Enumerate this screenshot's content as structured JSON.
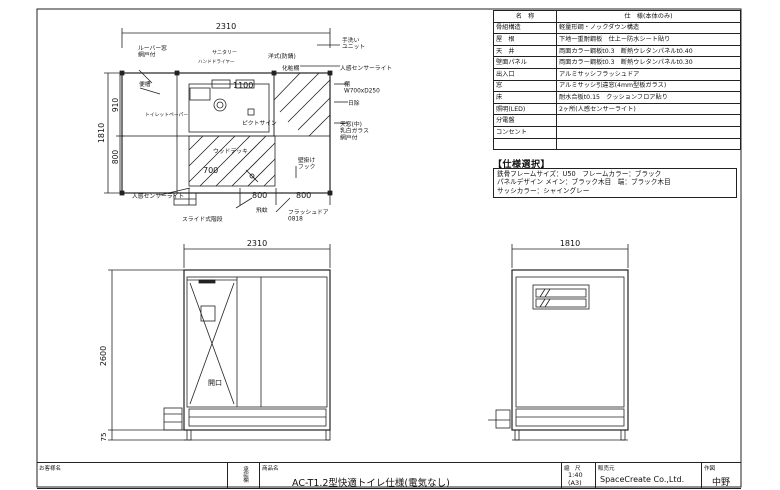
{
  "plan": {
    "dim_top": "2310",
    "dim_left": "1810",
    "dim_910": "910",
    "dim_800": "800",
    "dim_1100": "1100",
    "dim_700": "700",
    "dim_800a": "800",
    "dim_800b": "800",
    "label_louver": "ルーバー窓\n網戸付",
    "label_benki": "便槽",
    "label_sanitary": "サニタリー",
    "label_toilet_paper": "トイレットペーパー",
    "label_hand_dryer": "ハンドドライヤー",
    "label_western_toilet": "洋式(防錆)",
    "label_makeup_shelf": "化粧棚",
    "label_hand_wash": "手洗い\nユニット",
    "label_human_sensor_light": "人感センサーライト",
    "label_shelf": "棚\nW700xD250",
    "label_eaves": "日除",
    "label_ceiling": "天窓(中)\n乳白ガラス\n網戸付",
    "label_pictogram": "ピクトサイン",
    "label_wood_deck": "ウッドデッキ",
    "label_wall_hook": "壁掛け\nフック",
    "label_human_sensor_light2": "人感センサーライト",
    "label_slide_steps": "スライド式階段",
    "label_entrance": "飛蚊",
    "label_flush_door": "フラッシュドア\n0818"
  },
  "elevation_front": {
    "dim_width": "2310",
    "dim_height": "2600",
    "dim_base": "75",
    "label_open": "開口"
  },
  "elevation_side": {
    "dim_width": "1810"
  },
  "spec": {
    "header_name": "名　称",
    "header_spec": "仕　様(本体のみ)",
    "rows": [
      {
        "k": "骨組構造",
        "v": "軽量形鋼・ノックダウン構造"
      },
      {
        "k": "屋　根",
        "v": "下地一重耐鋼板　仕上ー防水シート貼り"
      },
      {
        "k": "天　井",
        "v": "両面カラー鋼板t0.3　断熱ウレタンパネルt0.40"
      },
      {
        "k": "壁面パネル",
        "v": "両面カラー鋼板t0.3　断熱ウレタンパネルt0.30"
      },
      {
        "k": "出入口",
        "v": "アルミサッシフラッシュドア"
      },
      {
        "k": "窓",
        "v": "アルミサッシ引違窓(4mm型板ガラス)"
      },
      {
        "k": "床",
        "v": "耐水合板t0.15　クッションフロア貼り"
      },
      {
        "k": "照明(LED)",
        "v": "2ヶ所(人感センサーライト)"
      },
      {
        "k": "分電盤",
        "v": ""
      },
      {
        "k": "コンセント",
        "v": ""
      },
      {
        "k": "",
        "v": ""
      }
    ]
  },
  "selection": {
    "title": "【仕様選択】",
    "line1": "鉄骨フレームサイズ：U50　フレームカラー：ブラック",
    "line2": "パネルデザイン メイン：ブラック木目　端：ブラック木目",
    "line3": "サッシカラー：シャイングレー"
  },
  "title_block": {
    "customer_label": "お客様名",
    "approval_label": "承認欄",
    "product_label": "商品名",
    "product_name": "AC-T1.2型快適トイレ仕様(電気なし)",
    "scale_label": "縮　尺",
    "scale_value": "1:40",
    "paper_size": "(A3)",
    "seller_label": "販売元",
    "seller_name": "SpaceCreate Co.,Ltd.",
    "drafter_label": "作図",
    "drafter_name": "中野"
  }
}
